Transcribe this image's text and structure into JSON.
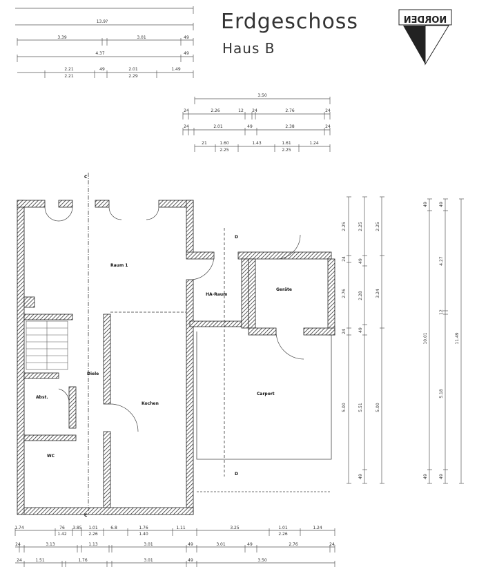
{
  "header": {
    "title": "Erdgeschoss",
    "subtitle": "Haus B"
  },
  "logo": {
    "text": "NORDEN",
    "mirrored": true
  },
  "rooms": [
    {
      "name": "Raum 1"
    },
    {
      "name": "HA-Raum"
    },
    {
      "name": "Geräte"
    },
    {
      "name": "Carport"
    },
    {
      "name": "Diele"
    },
    {
      "name": "Kochen"
    },
    {
      "name": "Abst."
    },
    {
      "name": "WC"
    }
  ],
  "section_markers": {
    "c": "C",
    "d": "D"
  },
  "dimensions": {
    "top_left": [
      [
        "13.9?"
      ],
      [
        "3.39",
        "3.01",
        "49"
      ],
      [
        "4.37",
        "49"
      ],
      [
        "2.21",
        "49",
        "2.01",
        "1.49"
      ],
      [
        "2.21",
        "2.29"
      ]
    ],
    "top_center": [
      [
        "3.50"
      ],
      [
        "24",
        "2.26",
        "12",
        "24",
        "2.76",
        "24"
      ],
      [
        "24",
        "2.01",
        "49",
        "2.38",
        "24"
      ],
      [
        "21",
        "1.60",
        "1.43",
        "1.61",
        "1.24"
      ],
      [
        "2.25",
        "2.25"
      ]
    ],
    "bottom": [
      [
        "1.74",
        "76",
        "3.85",
        "1.01",
        "6.8",
        "1.76",
        "1.11",
        "3.25",
        "1.01",
        "1.24"
      ],
      [
        "1.42",
        "2.26",
        "1.40",
        "2.26"
      ],
      [
        "24",
        "3.13",
        "1.13",
        "3.01",
        "49",
        "3.01",
        "49",
        "2.76",
        "24"
      ],
      [
        "24",
        "1.51",
        "1.76",
        "3.01",
        "49",
        "3.50"
      ]
    ],
    "right": [
      [
        "2.25",
        "24",
        "2.76",
        "24",
        "5.00"
      ],
      [
        "2.25",
        "49",
        "2.28",
        "49",
        "5.51",
        "49"
      ],
      [
        "2.25",
        "3.24",
        "5.00"
      ],
      [
        "49",
        "10.01",
        "49"
      ],
      [
        "49",
        "4.27",
        "12",
        "5.18",
        "49"
      ],
      [
        "11.49"
      ]
    ]
  },
  "colors": {
    "wall": "#333333",
    "line": "#444444"
  }
}
